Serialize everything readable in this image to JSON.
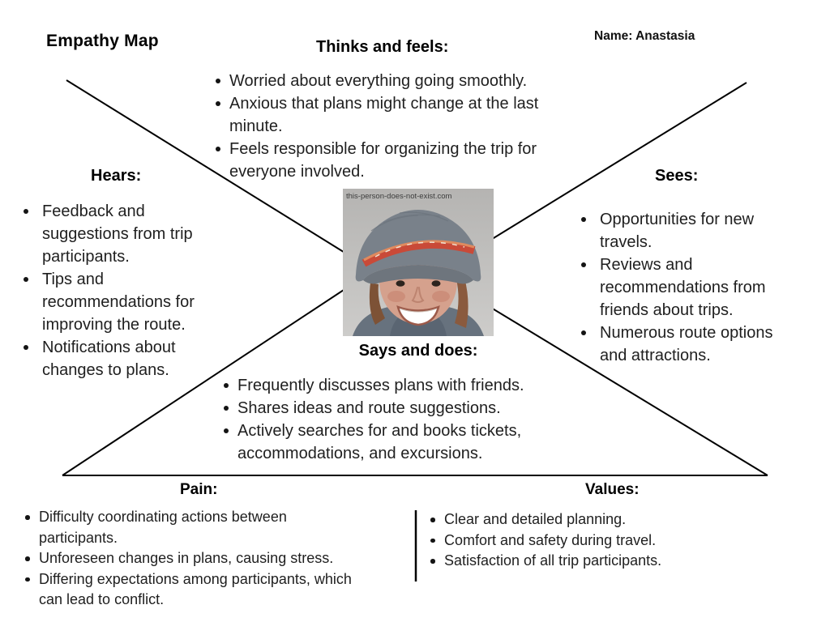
{
  "title": "Empathy Map",
  "name_label": "Name: Anastasia",
  "photo": {
    "watermark": "this-person-does-not-exist.com"
  },
  "sections": {
    "thinks": {
      "heading": "Thinks and feels:",
      "items": [
        "Worried about everything going smoothly.",
        "Anxious that plans might change at the last minute.",
        "Feels responsible for organizing the trip for everyone involved."
      ]
    },
    "hears": {
      "heading": "Hears:",
      "items": [
        "Feedback and suggestions from trip participants.",
        "Tips and recommendations for improving the route.",
        "Notifications about changes to plans."
      ]
    },
    "sees": {
      "heading": "Sees:",
      "items": [
        "Opportunities for new travels.",
        "Reviews and recommendations from friends about trips.",
        "Numerous route options and attractions."
      ]
    },
    "says": {
      "heading": "Says and does:",
      "items": [
        "Frequently discusses plans with friends.",
        "Shares ideas and route suggestions.",
        "Actively searches for and books tickets, accommodations, and excursions."
      ]
    },
    "pain": {
      "heading": "Pain:",
      "items": [
        "Difficulty coordinating actions between participants.",
        "Unforeseen changes in plans, causing stress.",
        "Differing expectations among participants, which can lead to conflict."
      ]
    },
    "values": {
      "heading": "Values:",
      "items": [
        "Clear and detailed planning.",
        "Comfort and safety during travel.",
        "Satisfaction of all trip participants."
      ]
    }
  },
  "colors": {
    "text": "#1f1f1f",
    "heading": "#000000",
    "divider_lines": "#000000",
    "photo_bg": "#c2c1bf",
    "hat": "#79818a",
    "hat_stripe": "#c94a38",
    "skin": "#d5a18d",
    "hair": "#8a5a3e",
    "clothing": "#67727e"
  }
}
